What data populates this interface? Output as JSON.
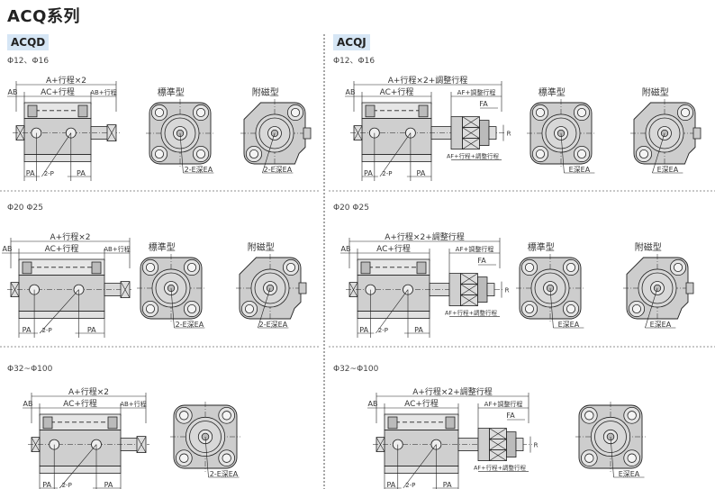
{
  "title": "ACQ系列",
  "left": {
    "badge": "ACQD",
    "sections": [
      {
        "label": "Φ12、Φ16",
        "std": "標準型",
        "mag": "附磁型",
        "total": "A+行程×2",
        "ab": "AB",
        "ac": "AC+行程",
        "ab2": "AB+行程",
        "pa": "PA",
        "p": "2-P",
        "e_std": "2-E深EA",
        "e_mag": "2-E深EA"
      },
      {
        "label": "Φ20  Φ25",
        "std": "標準型",
        "mag": "附磁型",
        "total": "A+行程×2",
        "ab": "AB",
        "ac": "AC+行程",
        "ab2": "AB+行程",
        "pa": "PA",
        "p": "2-P",
        "e_std": "2-E深EA",
        "e_mag": "2-E深EA"
      },
      {
        "label": "Φ32~Φ100",
        "total": "A+行程×2",
        "ab": "AB",
        "ac": "AC+行程",
        "ab2": "AB+行程",
        "pa": "PA",
        "p": "2-P",
        "e_std": "2-E深EA"
      }
    ]
  },
  "right": {
    "badge": "ACQJ",
    "sections": [
      {
        "label": "Φ12、Φ16",
        "std": "標準型",
        "mag": "附磁型",
        "total": "A+行程×2+調整行程",
        "ab": "AB",
        "ac": "AC+行程",
        "af": "AF+調整行程",
        "fa": "FA",
        "r": "R",
        "af2": "AF+行程+調整行程",
        "pa": "PA",
        "p": "2-P",
        "e_std": "E深EA",
        "e_mag": "E深EA"
      },
      {
        "label": "Φ20  Φ25",
        "std": "標準型",
        "mag": "附磁型",
        "total": "A+行程×2+調整行程",
        "ab": "AB",
        "ac": "AC+行程",
        "af": "AF+調整行程",
        "fa": "FA",
        "r": "R",
        "af2": "AF+行程+調整行程",
        "pa": "PA",
        "p": "2-P",
        "e_std": "E深EA",
        "e_mag": "E深EA"
      },
      {
        "label": "Φ32~Φ100",
        "total": "A+行程×2+調整行程",
        "ab": "AB",
        "ac": "AC+行程",
        "af": "AF+調整行程",
        "fa": "FA",
        "r": "R",
        "af2": "AF+行程+調整行程",
        "pa": "PA",
        "p": "2-P",
        "e_std": "E深EA"
      }
    ]
  }
}
